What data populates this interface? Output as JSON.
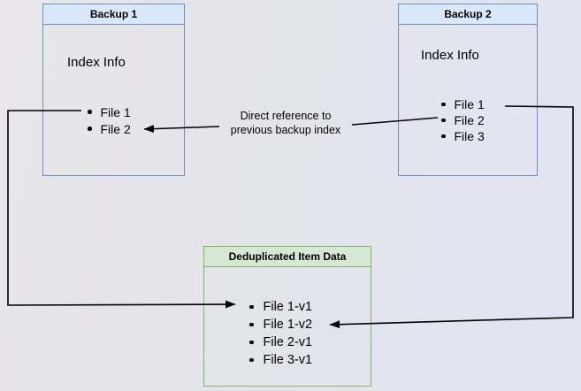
{
  "diagram": {
    "backup1": {
      "title": "Backup 1",
      "section_label": "Index Info",
      "items": [
        "File 1",
        "File 2"
      ]
    },
    "backup2": {
      "title": "Backup 2",
      "section_label": "Index Info",
      "items": [
        "File 1",
        "File 2",
        "File 3"
      ]
    },
    "dedup": {
      "title": "Deduplicated Item Data",
      "items": [
        "File 1-v1",
        "File 1-v2",
        "File 2-v1",
        "File 3-v1"
      ]
    },
    "annotation": {
      "line1": "Direct reference to",
      "line2": "previous backup index"
    },
    "colors": {
      "backup_fill": "#dae8fc",
      "backup_border": "#6c8ebf",
      "dedup_fill": "#d5e8d4",
      "dedup_border": "#82b366",
      "arrow": "#000000"
    }
  }
}
